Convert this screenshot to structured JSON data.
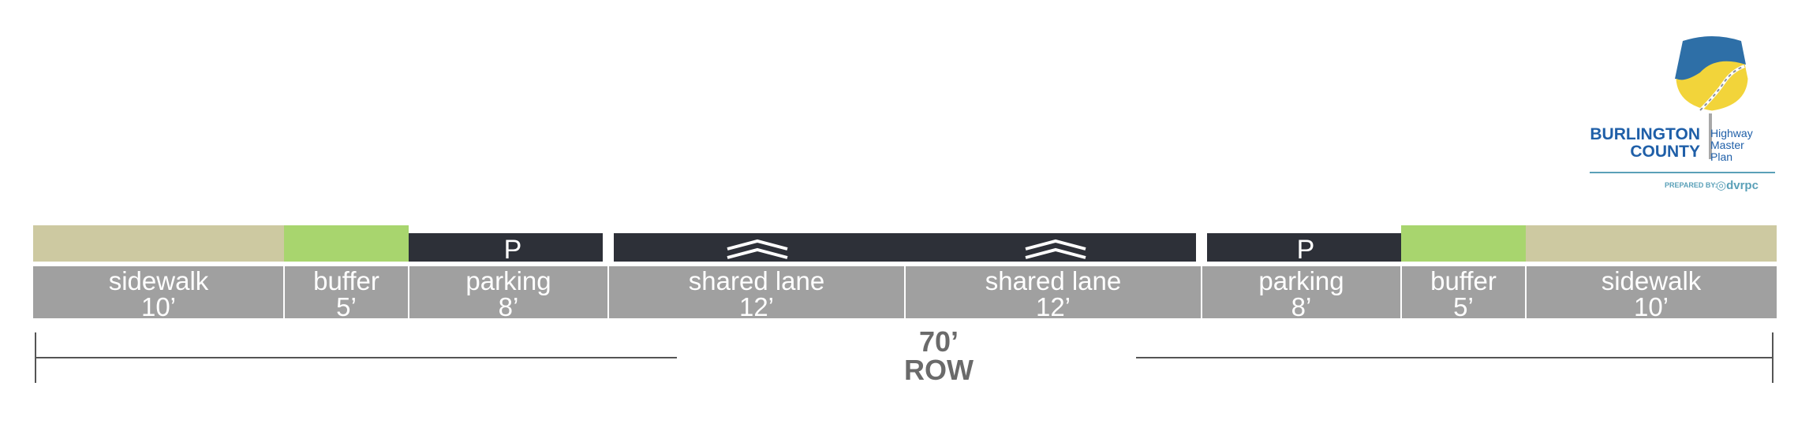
{
  "segments": [
    {
      "name": "sidewalk",
      "width": "10’"
    },
    {
      "name": "buffer",
      "width": "5’"
    },
    {
      "name": "parking",
      "width": "8’"
    },
    {
      "name": "shared lane",
      "width": "12’"
    },
    {
      "name": "shared lane",
      "width": "12’"
    },
    {
      "name": "parking",
      "width": "8’"
    },
    {
      "name": "buffer",
      "width": "5’"
    },
    {
      "name": "sidewalk",
      "width": "10’"
    }
  ],
  "parking_symbol": "P",
  "row": {
    "value": "70’",
    "label": "ROW"
  },
  "logo": {
    "line1": "BURLINGTON",
    "line2": "COUNTY",
    "sub1": "Highway",
    "sub2": "Master",
    "sub3": "Plan",
    "prepared_by": "PREPARED BY:",
    "org": "dvrpc"
  },
  "colors": {
    "sidewalk": "#cdc9a1",
    "buffer": "#a8d56e",
    "pavement": "#2d3038",
    "label_band": "#a0a0a0",
    "brand_blue": "#1f5fa8",
    "brand_yellow": "#f2d43a"
  }
}
